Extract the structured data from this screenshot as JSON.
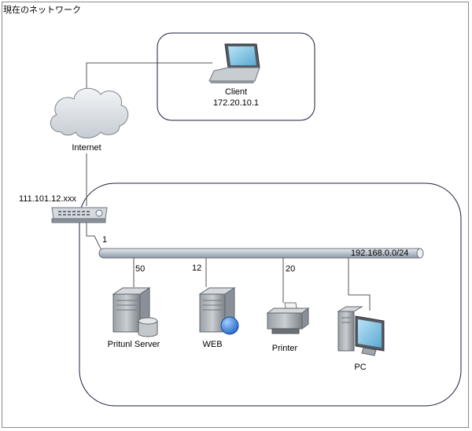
{
  "title": "現在のネットワーク",
  "client": {
    "name": "Client",
    "ip": "172.20.10.1"
  },
  "internet_label": "Internet",
  "router_ip": "111.101.12.xxx",
  "network": {
    "subnet": "192.168.0.0/24",
    "router_port": "1"
  },
  "devices": [
    {
      "name": "Pritunl Server",
      "port": "50"
    },
    {
      "name": "WEB",
      "port": "12"
    },
    {
      "name": "Printer",
      "port": "20"
    },
    {
      "name": "PC",
      "port": ""
    }
  ]
}
